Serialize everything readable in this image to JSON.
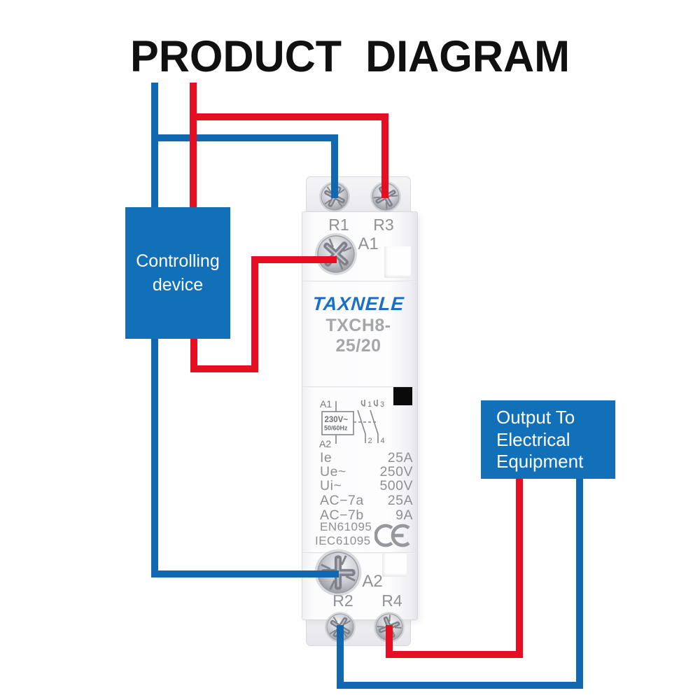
{
  "title": "PRODUCT  DIAGRAM",
  "boxes": {
    "controlling_device": {
      "lines": [
        "Controlling",
        "device"
      ]
    },
    "output": {
      "lines": [
        "Output To",
        "Electrical",
        "Equipment"
      ]
    }
  },
  "contactor": {
    "brand": "TAXNELE",
    "model": "TXCH8-25/20",
    "labels": {
      "r1": "R1",
      "r3": "R3",
      "a1": "A1",
      "a2": "A2",
      "r2": "R2",
      "r4": "R4"
    },
    "circuit": {
      "a1": "A1",
      "a2": "A2",
      "rating_line1": "230V~",
      "rating_line2": "50/60Hz",
      "contact_1": "1",
      "contact_2": "2",
      "contact_3": "3",
      "contact_4": "4"
    },
    "specs": [
      {
        "label": "Ie",
        "value": "25A"
      },
      {
        "label": "Ue~",
        "value": "250V"
      },
      {
        "label": "Ui~",
        "value": "500V"
      },
      {
        "label": "AC−7a",
        "value": "25A"
      },
      {
        "label": "AC−7b",
        "value": "9A"
      }
    ],
    "standards": [
      "EN61095",
      "IEC61095"
    ],
    "ce_mark": "CE"
  },
  "colors": {
    "wire_blue": "#0f68b0",
    "wire_red": "#e60e20",
    "box_blue": "#1170b8",
    "brand_blue": "#1b70c3",
    "title_black": "#101010"
  }
}
